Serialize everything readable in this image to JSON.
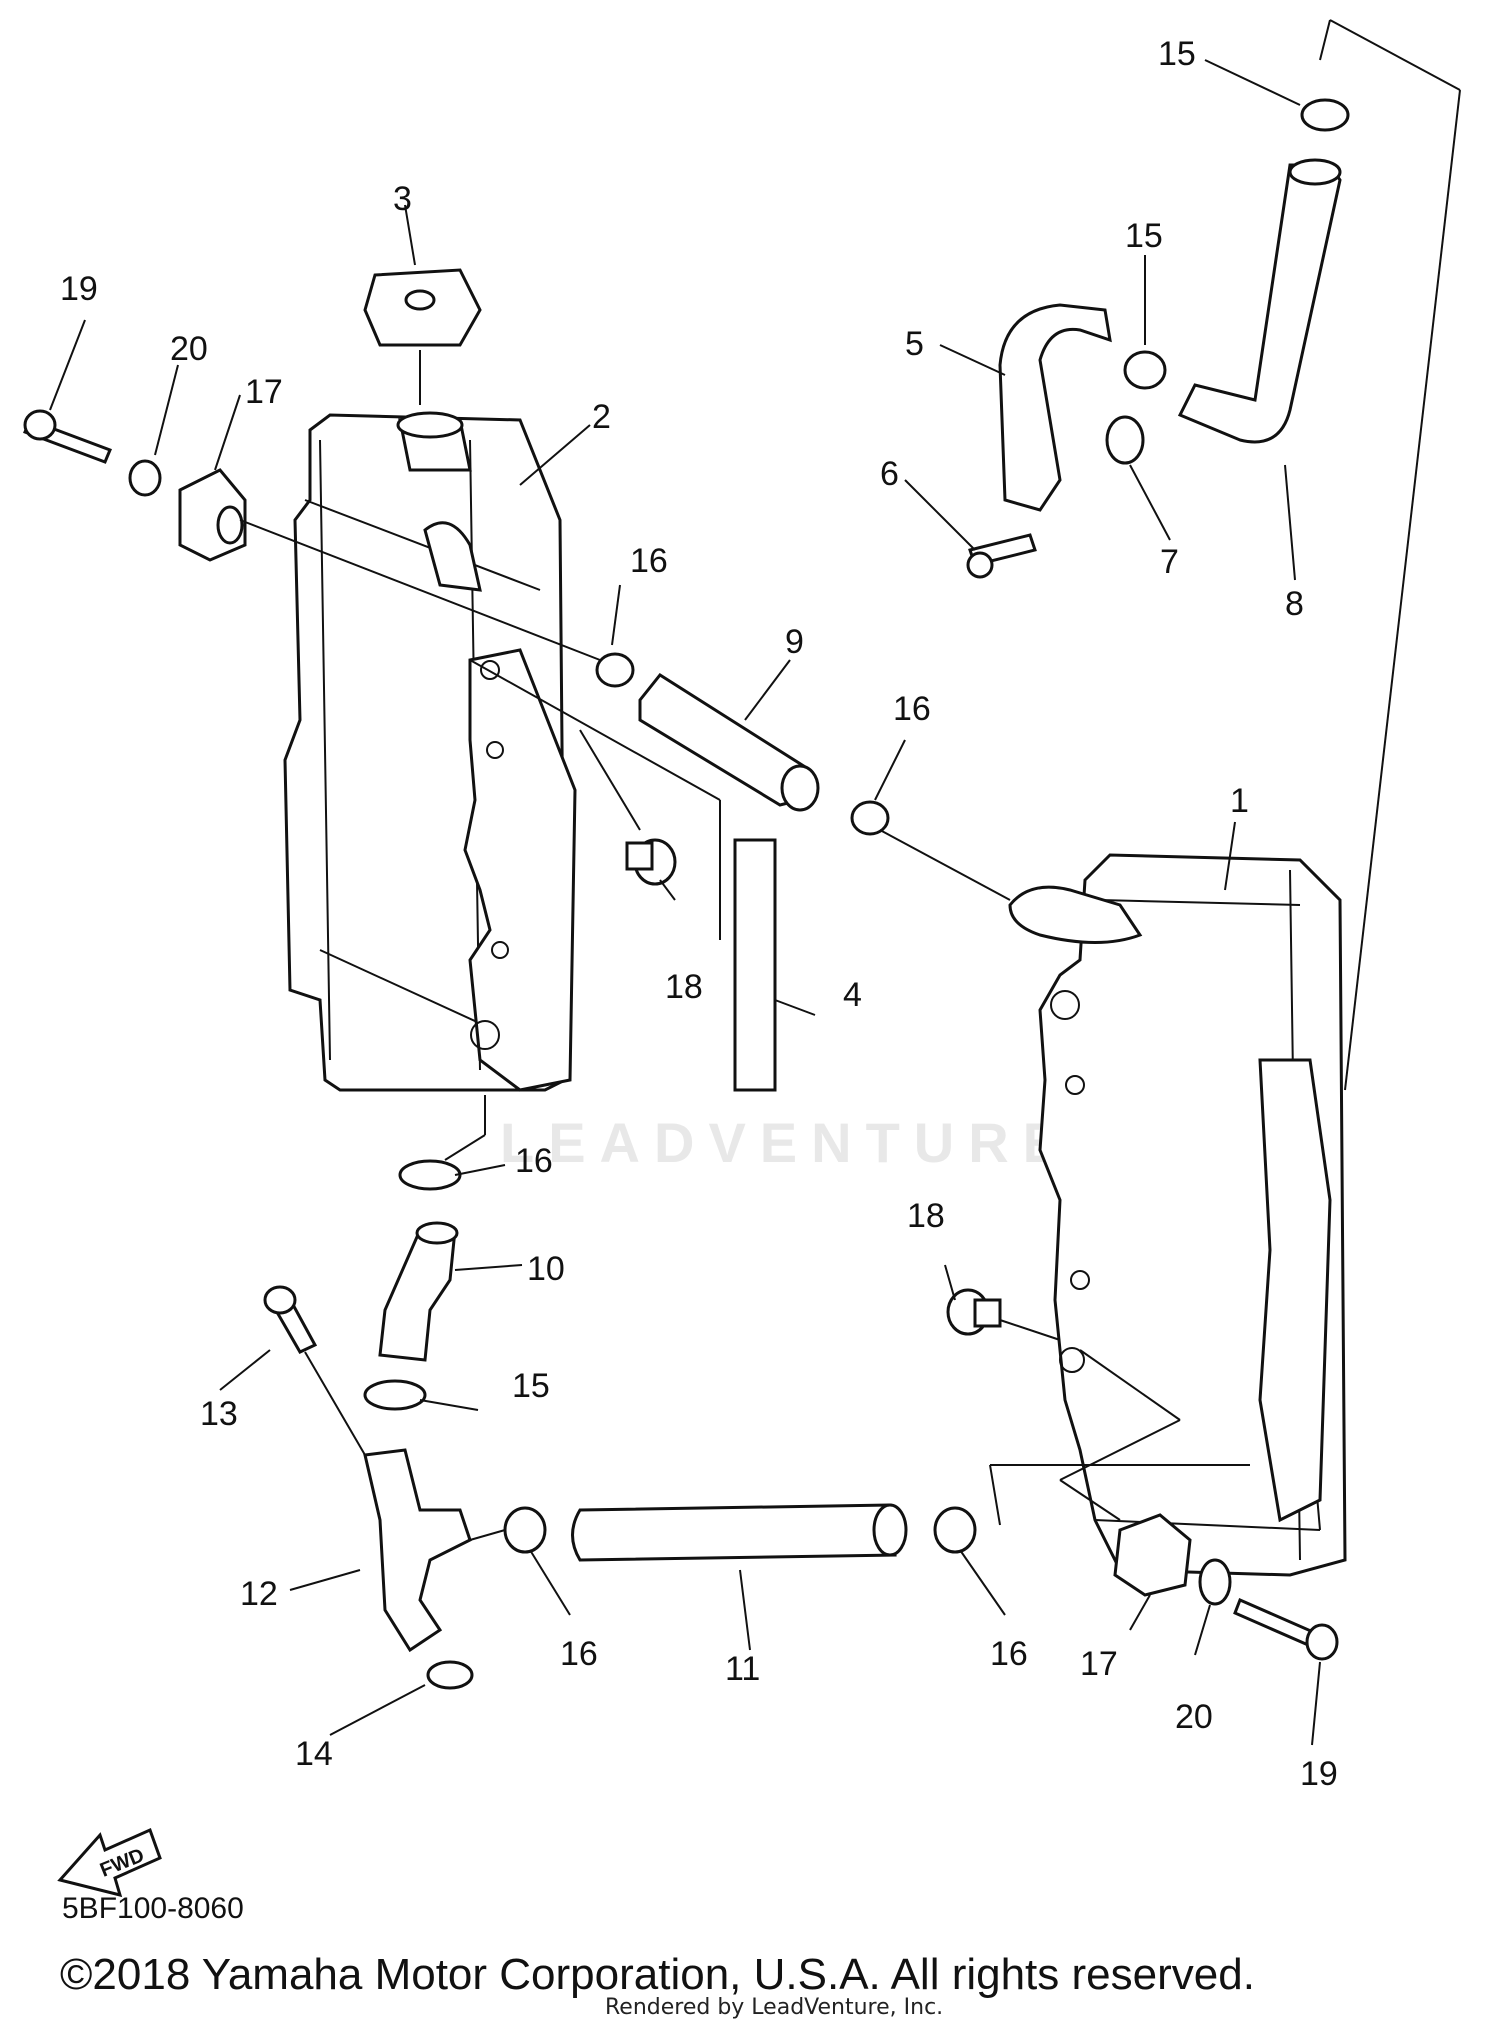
{
  "diagram": {
    "callouts": [
      "1",
      "2",
      "3",
      "4",
      "5",
      "6",
      "7",
      "8",
      "9",
      "10",
      "11",
      "12",
      "13",
      "14",
      "15",
      "16",
      "17",
      "18",
      "19",
      "20"
    ],
    "fwd_label": "FWD",
    "watermark": "LEADVENTURE",
    "code": "5BF100-8060"
  },
  "footer": {
    "copyright": "©2018 Yamaha Motor Corporation, U.S.A. All rights reserved.",
    "rendered_by": "Rendered by LeadVenture, Inc."
  }
}
